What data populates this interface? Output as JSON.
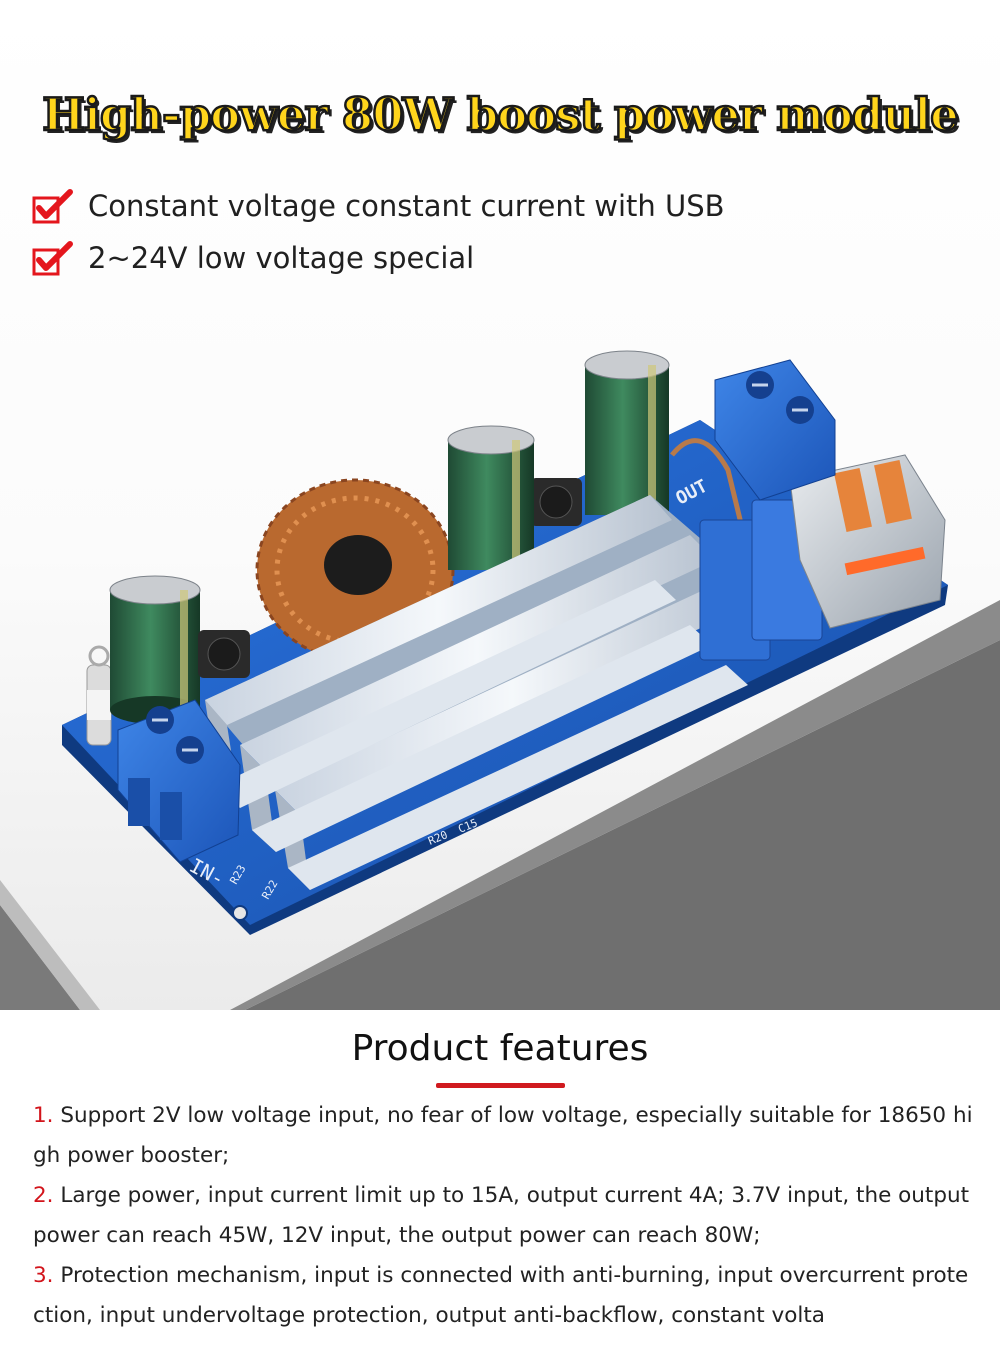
{
  "headline": "High-power 80W boost power module",
  "bullets": [
    "Constant voltage constant current with USB",
    "2~24V low voltage special"
  ],
  "board_silkscreen": {
    "in_label": "IN-",
    "out_label": "OUT",
    "resistor_labels": [
      "R20",
      "C15",
      "R22",
      "R23"
    ]
  },
  "features": {
    "title": "Product features",
    "items": [
      {
        "num": "1.",
        "text": "Support 2V low voltage input, no fear of low voltage, especially suitable for 18650 high power booster;"
      },
      {
        "num": "2.",
        "text": "Large power, input current limit up to 15A, output current 4A; 3.7V input, the output power can reach 45W, 12V input, the output power can reach 80W;"
      },
      {
        "num": "3.",
        "text": "Protection mechanism, input is connected with anti-burning, input overcurrent protection, input undervoltage protection, output anti-backflow, constant volta"
      }
    ]
  },
  "colors": {
    "headline_fill": "#ffd51c",
    "check_red": "#e4161d",
    "accent_red": "#d01a1f",
    "pcb_blue": "#1e5fc9",
    "floor_gray": "#6f6f6f"
  }
}
